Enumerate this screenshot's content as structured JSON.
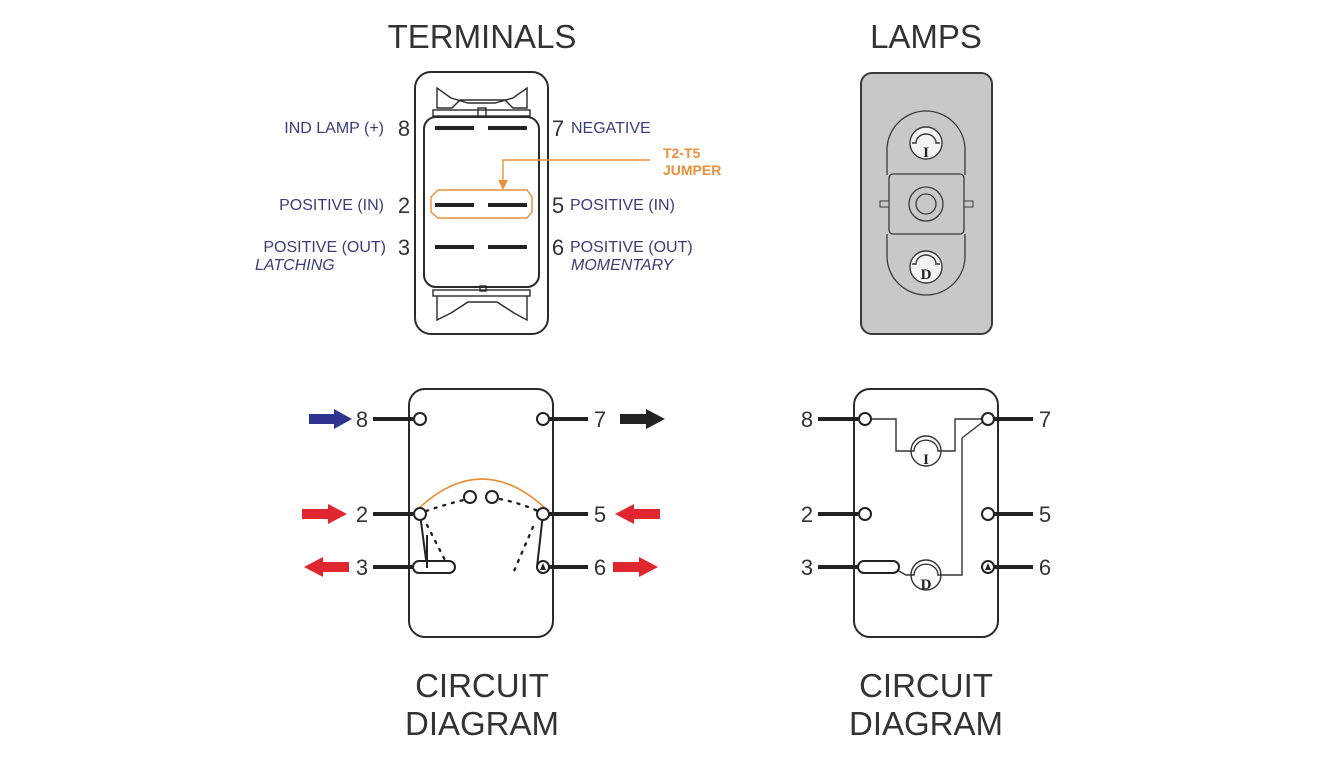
{
  "titles": {
    "terminals": "TERMINALS",
    "lamps": "LAMPS",
    "circuit_left_line1": "CIRCUIT",
    "circuit_left_line2": "DIAGRAM",
    "circuit_right_line1": "CIRCUIT",
    "circuit_right_line2": "DIAGRAM"
  },
  "terminals": {
    "left": [
      {
        "pin": "8",
        "label": "IND LAMP (+)",
        "sublabel": ""
      },
      {
        "pin": "2",
        "label": "POSITIVE (IN)",
        "sublabel": ""
      },
      {
        "pin": "3",
        "label": "POSITIVE (OUT)",
        "sublabel": "LATCHING"
      }
    ],
    "right": [
      {
        "pin": "7",
        "label": "NEGATIVE",
        "sublabel": ""
      },
      {
        "pin": "5",
        "label": "POSITIVE (IN)",
        "sublabel": ""
      },
      {
        "pin": "6",
        "label": "POSITIVE (OUT)",
        "sublabel": "MOMENTARY"
      }
    ],
    "jumper_line1": "T2-T5",
    "jumper_line2": "JUMPER"
  },
  "lamps": {
    "upper_lamp_letter": "I",
    "lower_lamp_letter": "D"
  },
  "circuit_left": {
    "pins": {
      "p8": "8",
      "p7": "7",
      "p2": "2",
      "p5": "5",
      "p3": "3",
      "p6": "6"
    },
    "arrows": [
      {
        "pin": "8",
        "direction": "in",
        "color": "#2e3591"
      },
      {
        "pin": "7",
        "direction": "out",
        "color": "#222222"
      },
      {
        "pin": "2",
        "direction": "in",
        "color": "#e0262f"
      },
      {
        "pin": "5",
        "direction": "in",
        "color": "#e0262f"
      },
      {
        "pin": "3",
        "direction": "out",
        "color": "#e0262f"
      },
      {
        "pin": "6",
        "direction": "out",
        "color": "#e0262f"
      }
    ]
  },
  "circuit_right": {
    "pins": {
      "p8": "8",
      "p7": "7",
      "p2": "2",
      "p5": "5",
      "p3": "3",
      "p6": "6"
    },
    "upper_lamp_letter": "I",
    "lower_lamp_letter": "D"
  },
  "colors": {
    "label_text": "#3c3c78",
    "jumper": "#e8913a",
    "lamp_panel_fill": "#c8c8c8",
    "arrow_red": "#e0262f",
    "arrow_blue": "#2e3591",
    "arrow_black": "#222222"
  }
}
